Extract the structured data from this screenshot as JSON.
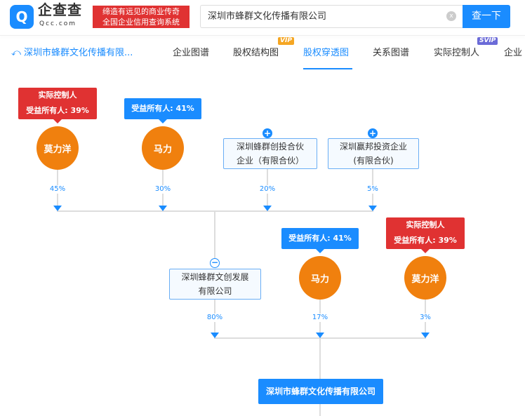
{
  "header": {
    "logo_mark": "Q",
    "logo_name": "企查查",
    "logo_domain": "Qcc.com",
    "slogan_line1": "缔造有远见的商业传奇",
    "slogan_line2": "全国企业信用查询系统",
    "search_value": "深圳市蜂群文化传播有限公司",
    "clear_icon": "x",
    "search_button": "查一下"
  },
  "nav": {
    "back_label": "深圳市蜂群文化传播有限...",
    "tabs": [
      {
        "label": "企业图谱"
      },
      {
        "label": "股权结构图",
        "badge": "VIP"
      },
      {
        "label": "股权穿透图",
        "active": true
      },
      {
        "label": "关系图谱"
      },
      {
        "label": "实际控制人",
        "badge": "SVIP"
      },
      {
        "label": "企业"
      }
    ]
  },
  "colors": {
    "accent": "#1a8cff",
    "red": "#e03232",
    "orange": "#f0800e"
  },
  "graph": {
    "level1": [
      {
        "name": "莫力洋",
        "type": "person",
        "tag_line1": "实际控制人",
        "tag_line2": "受益所有人: 39%",
        "percent": "45%"
      },
      {
        "name": "马力",
        "type": "person",
        "tag_line2": "受益所有人: 41%",
        "percent": "30%"
      },
      {
        "name_line1": "深圳蜂群创投合伙",
        "name_line2": "企业（有限合伙）",
        "type": "company",
        "toggle": "+",
        "percent": "20%"
      },
      {
        "name_line1": "深圳赢邦投资企业",
        "name_line2": "(有限合伙)",
        "type": "company",
        "toggle": "+",
        "percent": "5%"
      }
    ],
    "level2": [
      {
        "name_line1": "深圳蜂群文创发展",
        "name_line2": "有限公司",
        "type": "company",
        "toggle": "−",
        "percent": "80%"
      },
      {
        "name": "马力",
        "type": "person",
        "tag_line2": "受益所有人: 41%",
        "percent": "17%"
      },
      {
        "name": "莫力洋",
        "type": "person",
        "tag_line1": "实际控制人",
        "tag_line2": "受益所有人: 39%",
        "percent": "3%"
      }
    ],
    "target": "深圳市蜂群文化传播有限公司"
  }
}
